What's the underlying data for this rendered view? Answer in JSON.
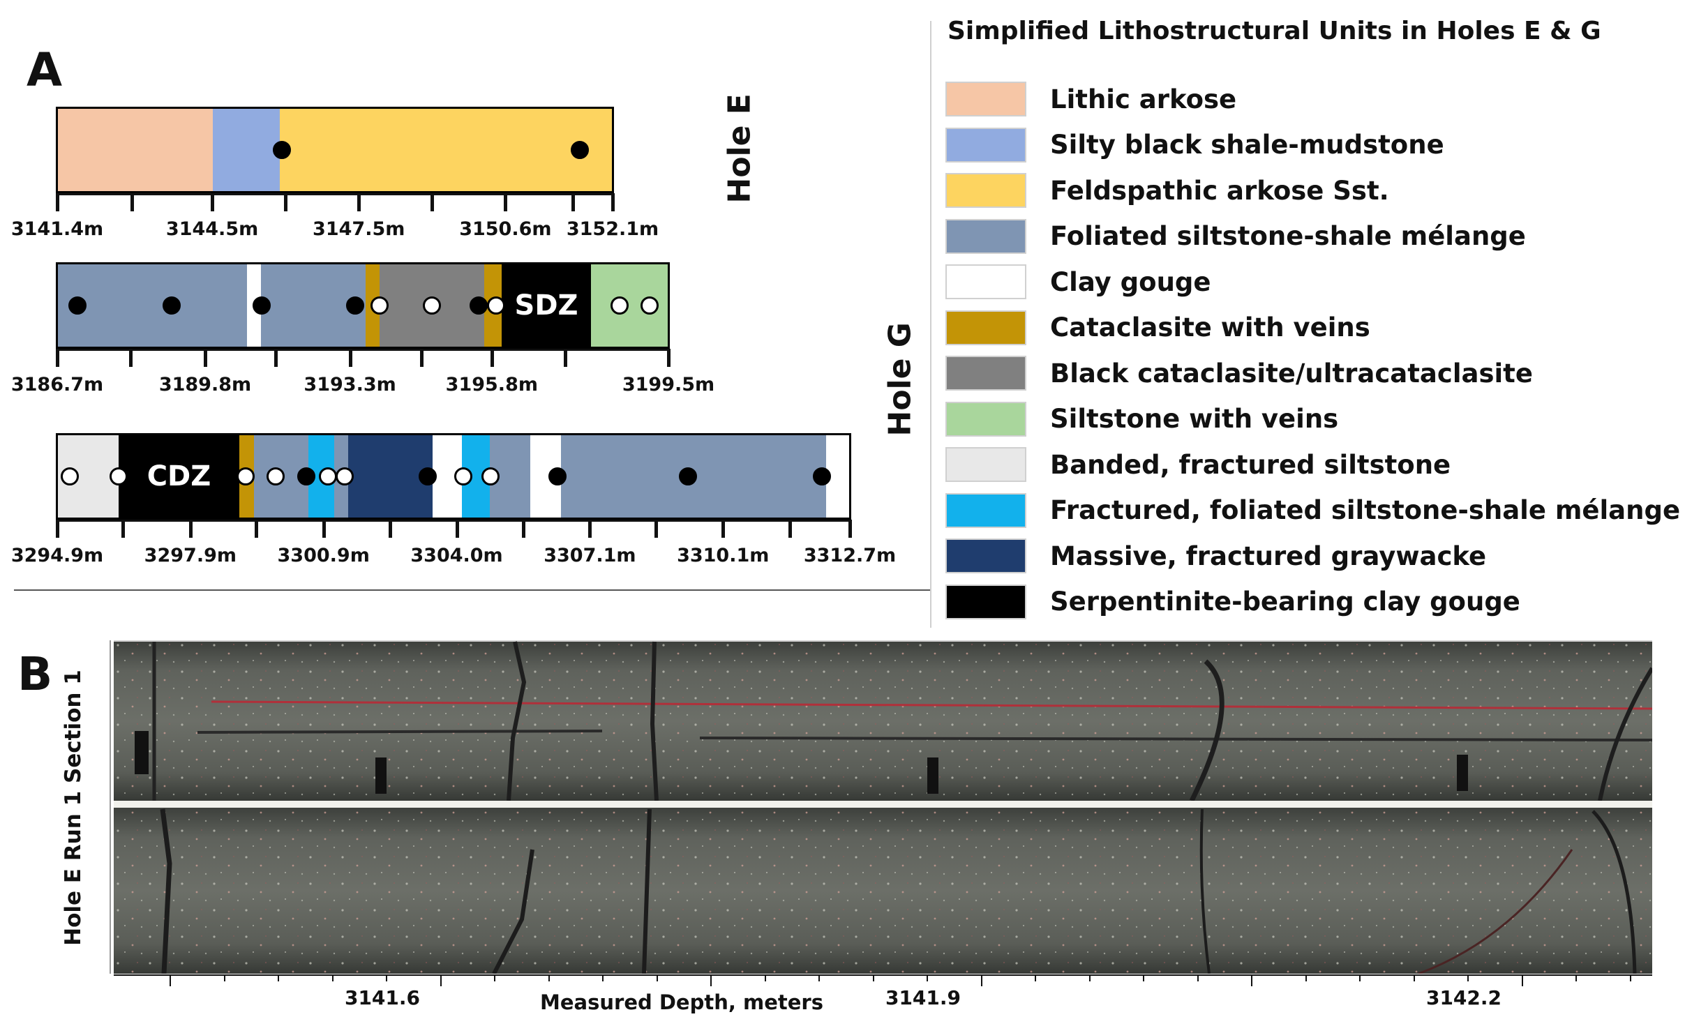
{
  "panel_a": {
    "letter": "A",
    "hole_e_label": "Hole E",
    "hole_g_label": "Hole G",
    "strips": [
      {
        "id": "hole-e",
        "segments": [
          {
            "unit": "Lithic arkose",
            "color": "#f6c6a6",
            "from": 0.0,
            "to": 0.279
          },
          {
            "unit": "Silty black shale-mudstone",
            "color": "#91abe0",
            "from": 0.279,
            "to": 0.4
          },
          {
            "unit": "Feldspathic arkose Sst.",
            "color": "#fdd460",
            "from": 0.4,
            "to": 1.0
          }
        ],
        "dots": [
          {
            "pos": 0.404,
            "type": "filled"
          },
          {
            "pos": 0.942,
            "type": "filled"
          }
        ],
        "ticks": [
          {
            "pos": 0.0,
            "label": "3141.4m"
          },
          {
            "pos": 0.134,
            "label": ""
          },
          {
            "pos": 0.279,
            "label": "3144.5m"
          },
          {
            "pos": 0.411,
            "label": ""
          },
          {
            "pos": 0.543,
            "label": "3147.5m"
          },
          {
            "pos": 0.675,
            "label": ""
          },
          {
            "pos": 0.807,
            "label": "3150.6m"
          },
          {
            "pos": 0.929,
            "label": ""
          },
          {
            "pos": 1.0,
            "label": "3152.1m"
          }
        ]
      },
      {
        "id": "hole-g-upper",
        "segments": [
          {
            "unit": "Foliated siltstone-shale mélange",
            "color": "#7f95b3",
            "from": 0.0,
            "to": 0.31
          },
          {
            "unit": "Clay gouge",
            "color": "#ffffff",
            "from": 0.31,
            "to": 0.333
          },
          {
            "unit": "Foliated siltstone-shale mélange",
            "color": "#7f95b3",
            "from": 0.333,
            "to": 0.505
          },
          {
            "unit": "Cataclasite with veins",
            "color": "#c39406",
            "from": 0.505,
            "to": 0.528
          },
          {
            "unit": "Black cataclasite/ultracataclasite",
            "color": "#808080",
            "from": 0.528,
            "to": 0.699
          },
          {
            "unit": "Cataclasite with veins",
            "color": "#c39406",
            "from": 0.699,
            "to": 0.728
          },
          {
            "unit": "Serpentinite-bearing clay gouge",
            "color": "#000000",
            "from": 0.728,
            "to": 0.874,
            "label": "SDZ"
          },
          {
            "unit": "Siltstone with veins",
            "color": "#a9d69c",
            "from": 0.874,
            "to": 1.0
          }
        ],
        "dots": [
          {
            "pos": 0.032,
            "type": "filled"
          },
          {
            "pos": 0.187,
            "type": "filled"
          },
          {
            "pos": 0.334,
            "type": "filled"
          },
          {
            "pos": 0.487,
            "type": "filled"
          },
          {
            "pos": 0.527,
            "type": "open"
          },
          {
            "pos": 0.613,
            "type": "open"
          },
          {
            "pos": 0.69,
            "type": "filled"
          },
          {
            "pos": 0.718,
            "type": "open"
          },
          {
            "pos": 0.921,
            "type": "open"
          },
          {
            "pos": 0.97,
            "type": "open"
          }
        ],
        "ticks": [
          {
            "pos": 0.0,
            "label": "3186.7m"
          },
          {
            "pos": 0.12,
            "label": ""
          },
          {
            "pos": 0.242,
            "label": "3189.8m"
          },
          {
            "pos": 0.357,
            "label": ""
          },
          {
            "pos": 0.479,
            "label": "3193.3m"
          },
          {
            "pos": 0.596,
            "label": ""
          },
          {
            "pos": 0.711,
            "label": "3195.8m"
          },
          {
            "pos": 0.831,
            "label": ""
          },
          {
            "pos": 1.0,
            "label": "3199.5m"
          }
        ]
      },
      {
        "id": "hole-g-lower",
        "segments": [
          {
            "unit": "Banded, fractured siltstone",
            "color": "#e8e8e8",
            "from": 0.0,
            "to": 0.077
          },
          {
            "unit": "Serpentinite-bearing clay gouge",
            "color": "#000000",
            "from": 0.077,
            "to": 0.229,
            "label": "CDZ"
          },
          {
            "unit": "Cataclasite with veins",
            "color": "#c39406",
            "from": 0.229,
            "to": 0.248
          },
          {
            "unit": "Foliated siltstone-shale mélange",
            "color": "#7f95b3",
            "from": 0.248,
            "to": 0.317
          },
          {
            "unit": "Fractured, foliated siltstone-shale mélange",
            "color": "#12b1ec",
            "from": 0.317,
            "to": 0.349
          },
          {
            "unit": "Foliated siltstone-shale mélange",
            "color": "#7f95b3",
            "from": 0.349,
            "to": 0.367
          },
          {
            "unit": "Massive, fractured graywacke",
            "color": "#1f3d6e",
            "from": 0.367,
            "to": 0.474
          },
          {
            "unit": "Clay gouge",
            "color": "#ffffff",
            "from": 0.474,
            "to": 0.511
          },
          {
            "unit": "Fractured, foliated siltstone-shale mélange",
            "color": "#12b1ec",
            "from": 0.511,
            "to": 0.546
          },
          {
            "unit": "Foliated siltstone-shale mélange",
            "color": "#7f95b3",
            "from": 0.546,
            "to": 0.597
          },
          {
            "unit": "Clay gouge",
            "color": "#ffffff",
            "from": 0.597,
            "to": 0.636
          },
          {
            "unit": "Foliated siltstone-shale mélange",
            "color": "#7f95b3",
            "from": 0.636,
            "to": 0.971
          },
          {
            "unit": "Clay gouge",
            "color": "#ffffff",
            "from": 0.971,
            "to": 1.0
          }
        ],
        "dots": [
          {
            "pos": 0.015,
            "type": "open"
          },
          {
            "pos": 0.077,
            "type": "open"
          },
          {
            "pos": 0.237,
            "type": "open"
          },
          {
            "pos": 0.275,
            "type": "open"
          },
          {
            "pos": 0.314,
            "type": "filled"
          },
          {
            "pos": 0.341,
            "type": "open"
          },
          {
            "pos": 0.362,
            "type": "open"
          },
          {
            "pos": 0.467,
            "type": "filled"
          },
          {
            "pos": 0.512,
            "type": "open"
          },
          {
            "pos": 0.547,
            "type": "open"
          },
          {
            "pos": 0.631,
            "type": "filled"
          },
          {
            "pos": 0.796,
            "type": "filled"
          },
          {
            "pos": 0.966,
            "type": "filled"
          }
        ],
        "ticks": [
          {
            "pos": 0.0,
            "label": "3294.9m"
          },
          {
            "pos": 0.083,
            "label": ""
          },
          {
            "pos": 0.168,
            "label": "3297.9m"
          },
          {
            "pos": 0.251,
            "label": ""
          },
          {
            "pos": 0.336,
            "label": "3300.9m"
          },
          {
            "pos": 0.42,
            "label": ""
          },
          {
            "pos": 0.504,
            "label": "3304.0m"
          },
          {
            "pos": 0.588,
            "label": ""
          },
          {
            "pos": 0.672,
            "label": "3307.1m"
          },
          {
            "pos": 0.755,
            "label": ""
          },
          {
            "pos": 0.84,
            "label": "3310.1m"
          },
          {
            "pos": 0.924,
            "label": ""
          },
          {
            "pos": 1.0,
            "label": "3312.7m"
          }
        ]
      }
    ]
  },
  "legend": {
    "title": "Simplified Lithostructural Units in Holes E & G",
    "items": [
      {
        "label": "Lithic arkose",
        "color": "#f6c6a6"
      },
      {
        "label": "Silty black shale-mudstone",
        "color": "#91abe0"
      },
      {
        "label": "Feldspathic arkose Sst.",
        "color": "#fdd460"
      },
      {
        "label": "Foliated siltstone-shale mélange",
        "color": "#7f95b3"
      },
      {
        "label": "Clay gouge",
        "color": "#ffffff"
      },
      {
        "label": "Cataclasite with veins",
        "color": "#c39406"
      },
      {
        "label": "Black cataclasite/ultracataclasite",
        "color": "#808080"
      },
      {
        "label": "Siltstone with veins",
        "color": "#a9d69c"
      },
      {
        "label": "Banded, fractured siltstone",
        "color": "#e8e8e8"
      },
      {
        "label": "Fractured, foliated siltstone-shale mélange",
        "color": "#12b1ec"
      },
      {
        "label": "Massive, fractured graywacke",
        "color": "#1f3d6e"
      },
      {
        "label": "Serpentinite-bearing clay gouge",
        "color": "#000000"
      }
    ]
  },
  "panel_b": {
    "letter": "B",
    "side_label": "Hole E Run 1 Section 1",
    "axis_label": "Measured Depth, meters",
    "depth_labels": [
      "3141.6",
      "3141.9",
      "3142.2"
    ],
    "core_color": "#5b5e58",
    "red_line_color": "#b0303a"
  }
}
